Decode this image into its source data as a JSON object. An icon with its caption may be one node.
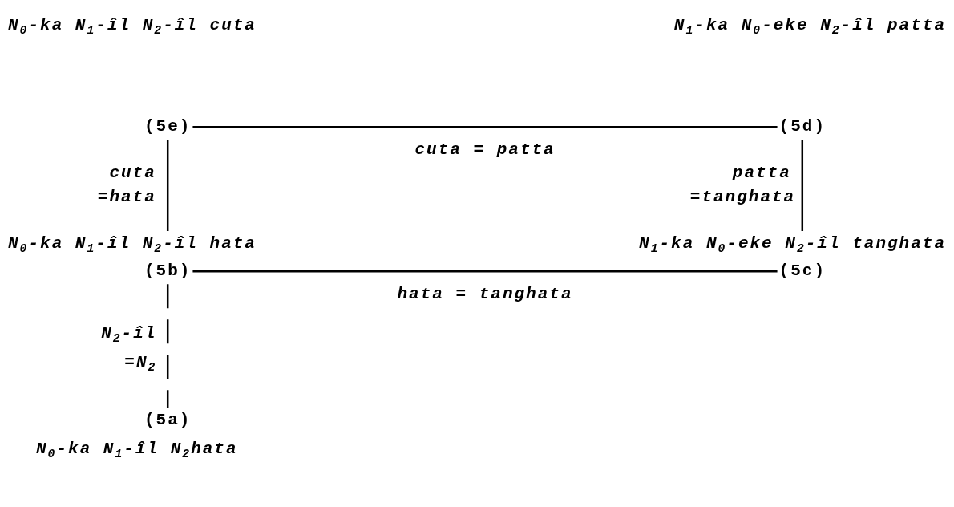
{
  "diagram": {
    "nodes": [
      {
        "text": [
          "N$_{0}$-ka N$_{1}$-îl N$_{2}$-îl cuta",
          "(5e)"
        ]
      },
      {
        "text": [
          "N$_{1}$-ka N$_{0}$-eke N$_{2}$-îl patta",
          "(5d)"
        ]
      },
      {
        "text": [
          "N$_{0}$-ka N$_{1}$-îl N$_{2}$-îl hata",
          "(5b)"
        ]
      },
      {
        "text": [
          "N$_{1}$-ka N$_{0}$-eke N$_{2}$-îl tanghata",
          "(5c)"
        ]
      },
      {
        "text": [
          "(5a)",
          "N$_{0}$-ka N$_{1}$-îl N$_{2}$hata"
        ]
      }
    ],
    "edges": [
      {
        "from": 0,
        "to": 1,
        "arrow": "none",
        "label": "cuta = patta"
      },
      {
        "from": 0,
        "to": 2,
        "arrow": "none",
        "label": "cuta =hata"
      },
      {
        "from": 1,
        "to": 3,
        "arrow": "none",
        "label": "patta =tanghata"
      },
      {
        "from": 2,
        "to": 3,
        "arrow": "none",
        "label": "hata = tanghata"
      },
      {
        "from": 2,
        "to": 4,
        "arrow": "none",
        "label": "N$_{2}$-îl =N$_{2}$",
        "style": "dashed"
      }
    ]
  }
}
